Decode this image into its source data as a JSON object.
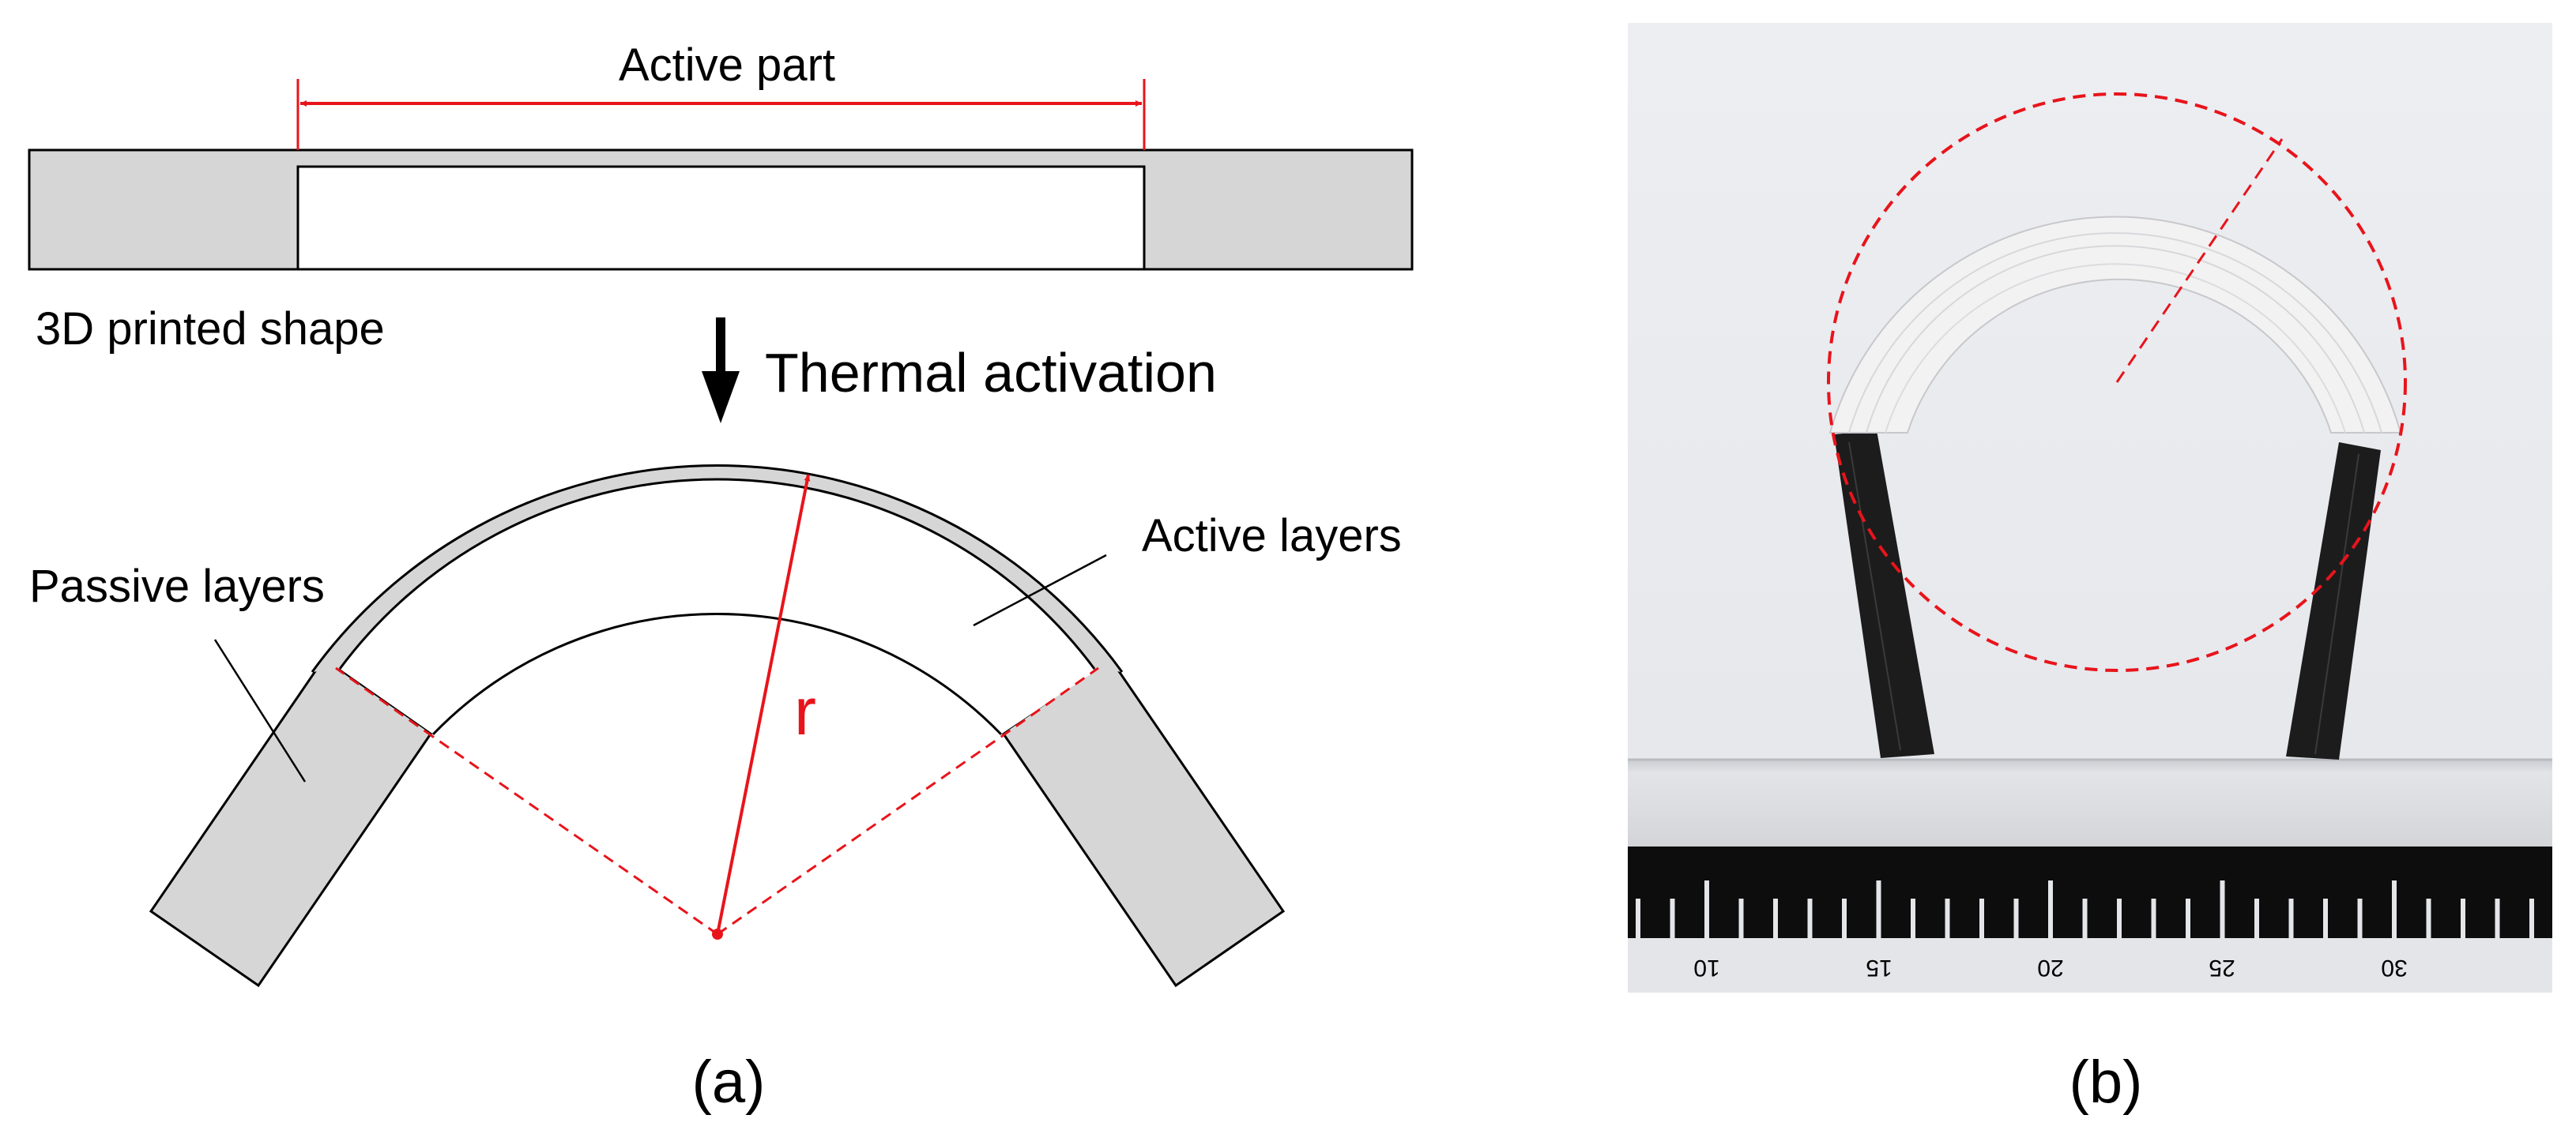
{
  "panel_a": {
    "active_part_label": "Active part",
    "printed_shape_label": "3D printed shape",
    "activation_label": "Thermal activation",
    "passive_layers_label": "Passive layers",
    "active_layers_label": "Active layers",
    "radius_label": "r",
    "caption": "(a)"
  },
  "panel_b": {
    "ruler_labels": [
      "10",
      "15",
      "20",
      "25",
      "30"
    ],
    "caption": "(b)"
  },
  "colors": {
    "annotation_red": "#e8141b",
    "passive_gray": "#d6d6d6",
    "photo_background": "#e9eaee",
    "filament_white": "#f2f2f2",
    "filament_black": "#1c1c1c",
    "ruler_black": "#0d0d0d"
  }
}
